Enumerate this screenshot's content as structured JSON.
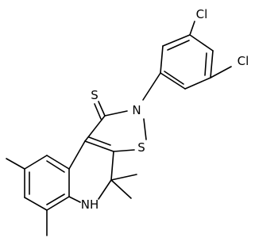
{
  "molecule": {
    "atom_labels": {
      "chlorine_top": "Cl",
      "chlorine_right": "Cl",
      "thione_sulfur": "S",
      "ring_nitrogen": "N",
      "ring_sulfur": "S",
      "amine": "NH"
    }
  }
}
